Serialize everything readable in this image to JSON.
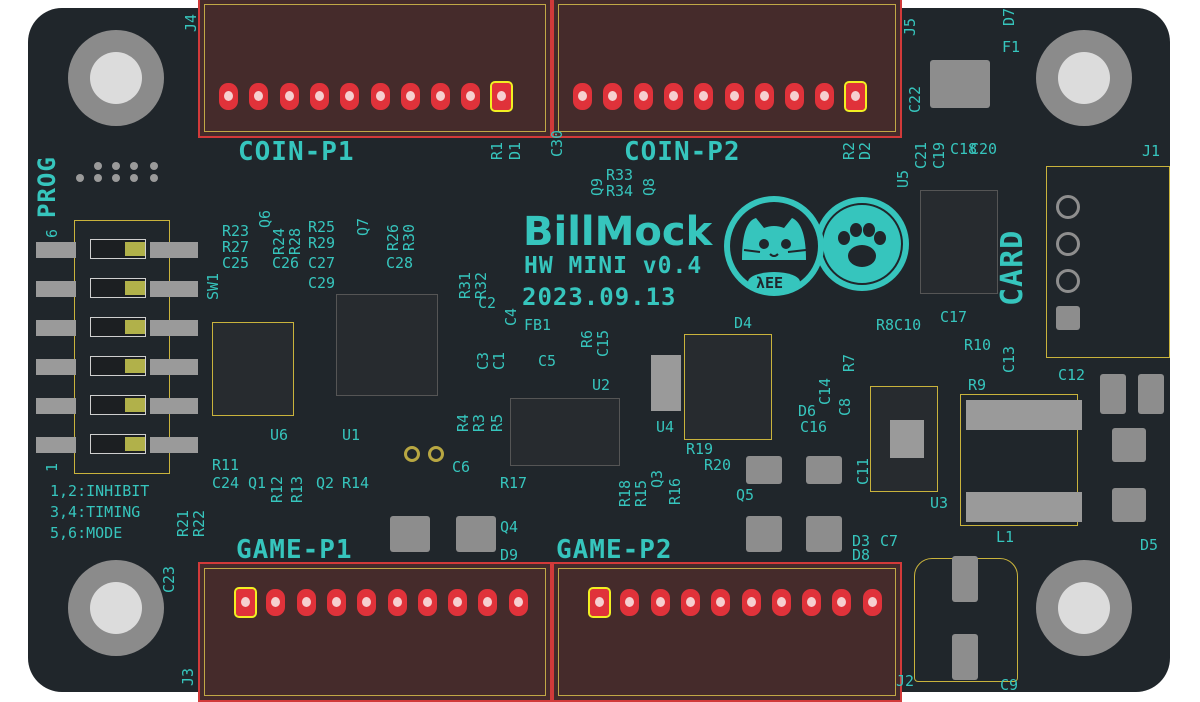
{
  "board": {
    "title": "BillMock",
    "version": "HW MINI v0.4",
    "date": "2023.09.13",
    "colors": {
      "board": "#20262b",
      "silk": "#36c5bd",
      "pad": "#e0323a",
      "outline": "#c9b33c",
      "courtyard": "#d23a3a"
    }
  },
  "connectors": {
    "coin_p1": {
      "label": "COIN-P1",
      "ref": "J4"
    },
    "coin_p2": {
      "label": "COIN-P2",
      "ref": "J5"
    },
    "game_p1": {
      "label": "GAME-P1",
      "ref": "J3"
    },
    "game_p2": {
      "label": "GAME-P2",
      "ref": "J2"
    },
    "card": {
      "label": "CARD",
      "ref": "J1"
    }
  },
  "switch": {
    "label": "PROG",
    "ref": "SW1",
    "num_top": "6",
    "num_bottom": "1",
    "legend": [
      "1,2:INHIBIT",
      "3,4:TIMING",
      "5,6:MODE"
    ]
  },
  "logo_text": "λEE",
  "refs": {
    "R1": "R1",
    "D1": "D1",
    "R2": "R2",
    "D2": "D2",
    "C30": "C30",
    "D7": "D7",
    "F1": "F1",
    "C22": "C22",
    "C21": "C21",
    "C19": "C19",
    "C18": "C18",
    "C20": "C20",
    "U5": "U5",
    "R33": "R33",
    "R34": "R34",
    "Q9": "Q9",
    "Q8": "Q8",
    "R23": "R23",
    "R27": "R27",
    "C25": "C25",
    "Q6": "Q6",
    "R24": "R24",
    "R28": "R28",
    "C26": "C26",
    "R25": "R25",
    "R29": "R29",
    "C27": "C27",
    "Q7": "Q7",
    "R26": "R26",
    "R30": "R30",
    "C28": "C28",
    "R31": "R31",
    "R32": "R32",
    "C29": "C29",
    "C2": "C2",
    "C4": "C4",
    "C3": "C3",
    "C1": "C1",
    "FB1": "FB1",
    "C5": "C5",
    "R6": "R6",
    "C15": "C15",
    "D4": "D4",
    "R8C10": "R8C10",
    "R7": "R7",
    "R10": "R10",
    "C13": "C13",
    "C17": "C17",
    "U6": "U6",
    "U1": "U1",
    "U2": "U2",
    "U4": "U4",
    "C14": "C14",
    "C8": "C8",
    "R9": "R9",
    "C12": "C12",
    "D6": "D6",
    "C16": "C16",
    "C11": "C11",
    "R4": "R4",
    "R3": "R3",
    "R5": "R5",
    "C6": "C6",
    "R19": "R19",
    "R20": "R20",
    "R18": "R18",
    "R15": "R15",
    "Q3": "Q3",
    "R16": "R16",
    "R17": "R17",
    "Q5": "Q5",
    "R11": "R11",
    "R12": "R12",
    "R13": "R13",
    "C24": "C24",
    "Q1": "Q1",
    "Q2": "Q2",
    "R14": "R14",
    "R21": "R21",
    "R22": "R22",
    "C23": "C23",
    "Q4": "Q4",
    "D9": "D9",
    "D8": "D8",
    "D3": "D3",
    "C7": "C7",
    "U3": "U3",
    "L1": "L1",
    "D5": "D5",
    "C9": "C9"
  }
}
